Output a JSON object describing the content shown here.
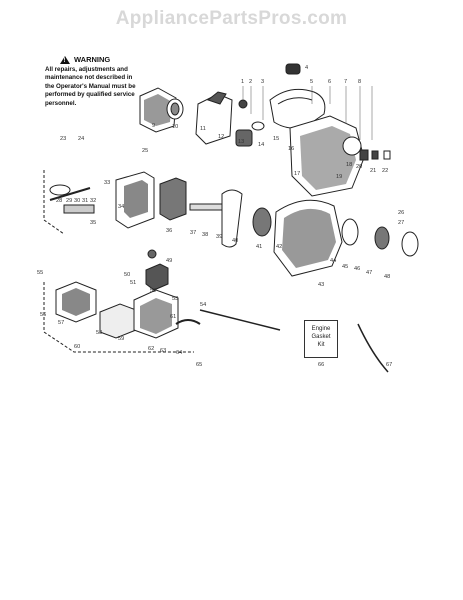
{
  "site": {
    "title": "AppliancePartsPros.com"
  },
  "warning": {
    "heading": "WARNING",
    "lines": [
      "All repairs, adjustments and",
      "maintenance not described in",
      "the Operator's Manual must be",
      "performed by qualified service",
      "personnel."
    ]
  },
  "kit": {
    "lines": [
      "Engine",
      "Gasket",
      "Kit"
    ]
  },
  "labels": [
    "1",
    "2",
    "3",
    "4",
    "5",
    "6",
    "7",
    "8",
    "9",
    "10",
    "11",
    "12",
    "13",
    "14",
    "15",
    "16",
    "17",
    "18",
    "19",
    "20",
    "21",
    "22",
    "23",
    "24",
    "25",
    "26",
    "27",
    "28",
    "29",
    "30",
    "31",
    "32",
    "33",
    "34",
    "35",
    "36",
    "37",
    "38",
    "39",
    "40",
    "41",
    "42",
    "43",
    "44",
    "45",
    "46",
    "47",
    "48",
    "49",
    "50",
    "51",
    "52",
    "53",
    "54",
    "55",
    "56",
    "57",
    "58",
    "59",
    "60",
    "61",
    "62",
    "63",
    "64",
    "65",
    "66",
    "67"
  ]
}
